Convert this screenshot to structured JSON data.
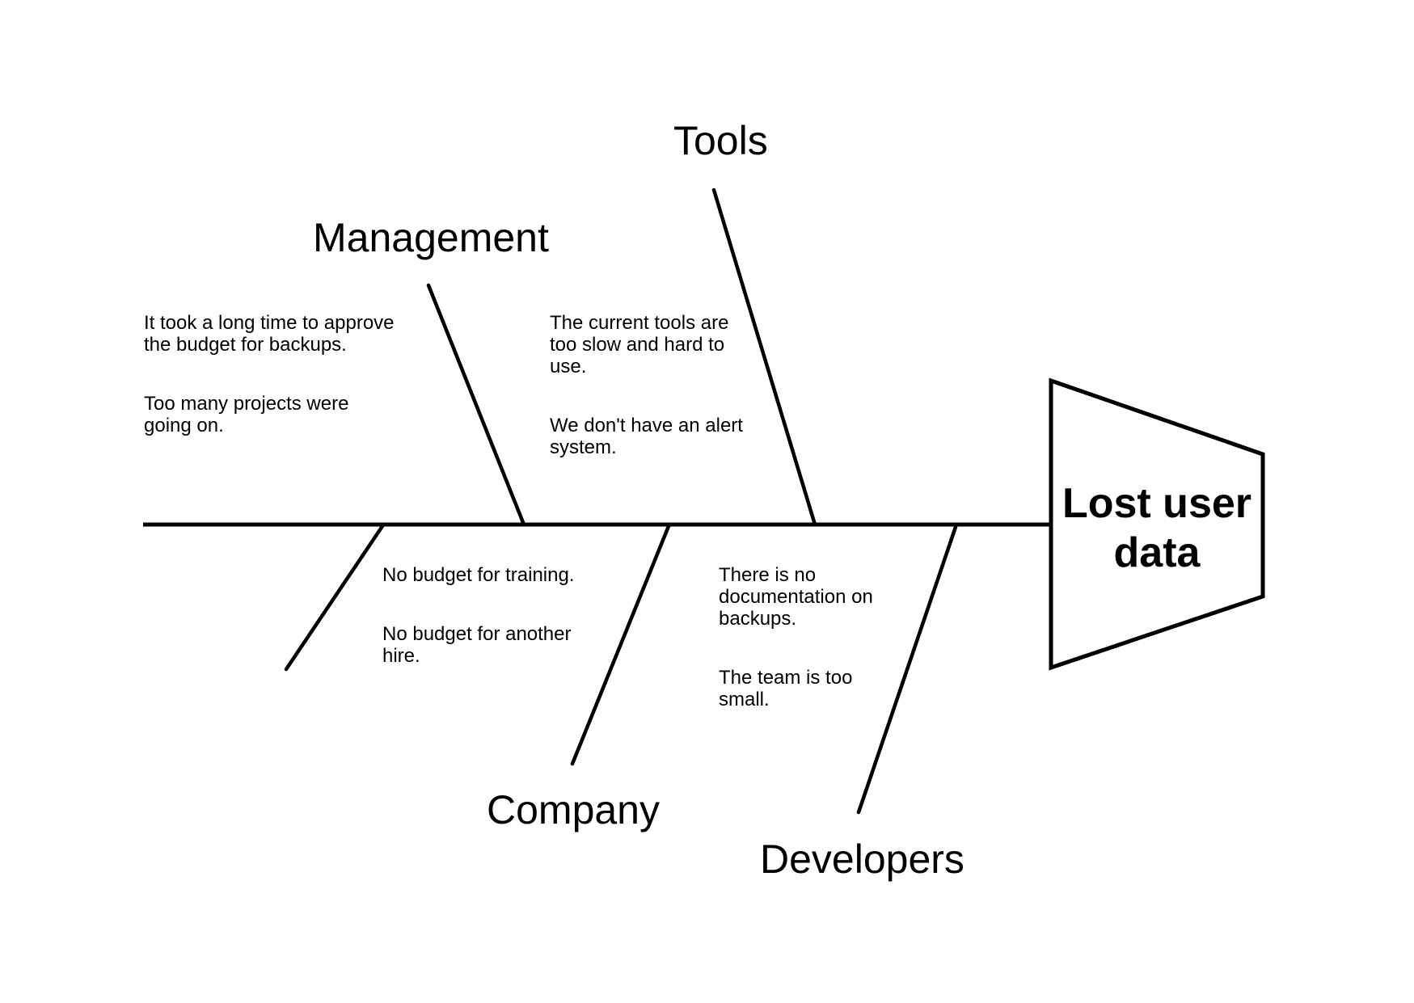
{
  "diagram": {
    "type": "fishbone",
    "problem_label": "Lost user\ndata",
    "categories": [
      {
        "name": "Management",
        "side": "top",
        "causes": [
          "It took a long time to approve\nthe budget for backups.",
          "Too many projects were\ngoing on."
        ]
      },
      {
        "name": "Tools",
        "side": "top",
        "causes": [
          "The current tools are\ntoo slow and hard to\nuse.",
          "We don't have an alert\nsystem."
        ]
      },
      {
        "name": "Company",
        "side": "bottom",
        "causes": [
          "No budget for training.",
          "No budget for another\nhire."
        ]
      },
      {
        "name": "Developers",
        "side": "bottom",
        "causes": [
          "There is no\ndocumentation on\nbackups.",
          "The team is too\nsmall."
        ]
      }
    ],
    "colors": {
      "line": "#000000",
      "text": "#000000",
      "background": "#ffffff"
    }
  }
}
